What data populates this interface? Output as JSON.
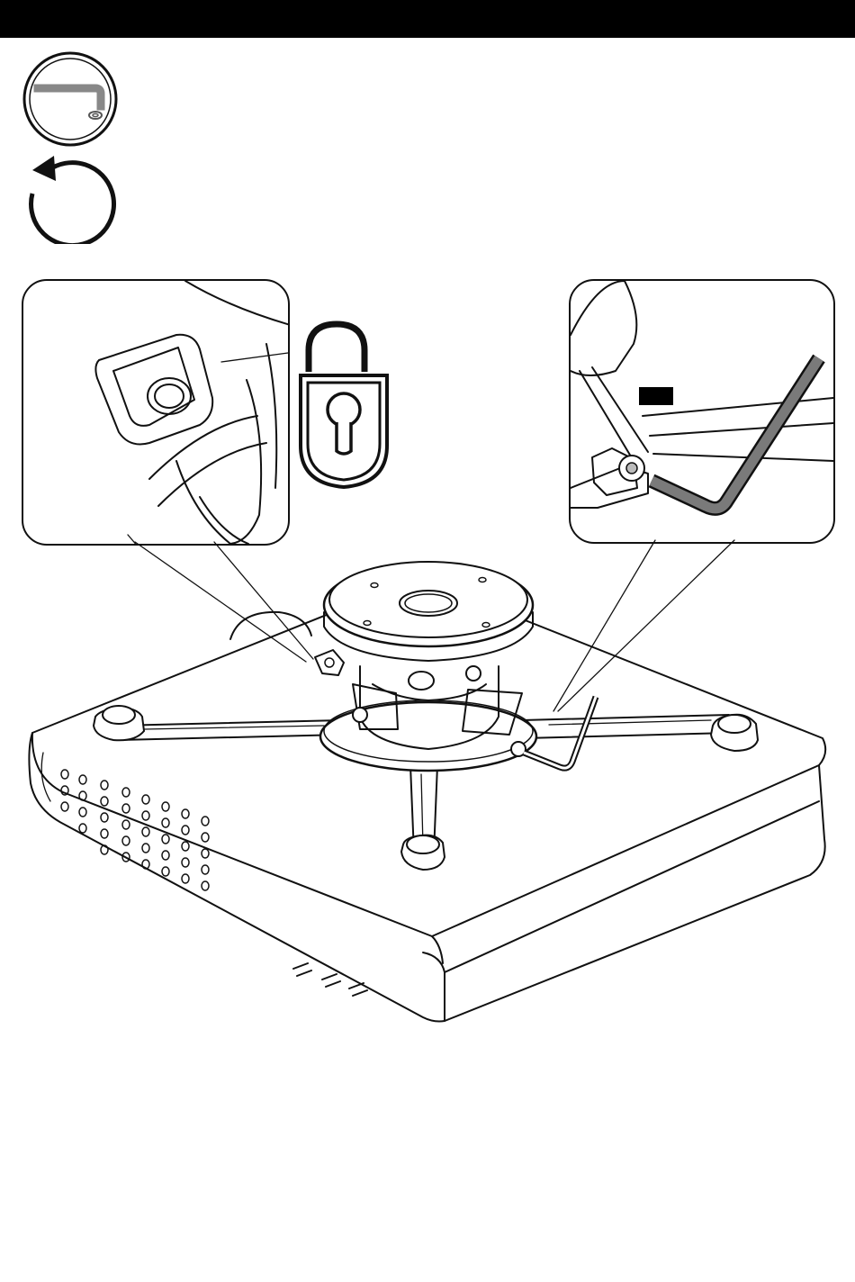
{
  "header": {
    "background": "#000000"
  },
  "tools": {
    "hex_key_icon": "hex-key-icon",
    "rotate_icon": "rotate-counterclockwise-icon"
  },
  "illustration": {
    "lock_state_icon": "unlocked-padlock-icon",
    "callout_left": "joint-detail",
    "callout_right": "hex-key-on-bolt-detail",
    "main": "projector-with-ceiling-mount"
  },
  "colors": {
    "line": "#111111",
    "gray": "#7a7a7a",
    "background": "#ffffff"
  }
}
